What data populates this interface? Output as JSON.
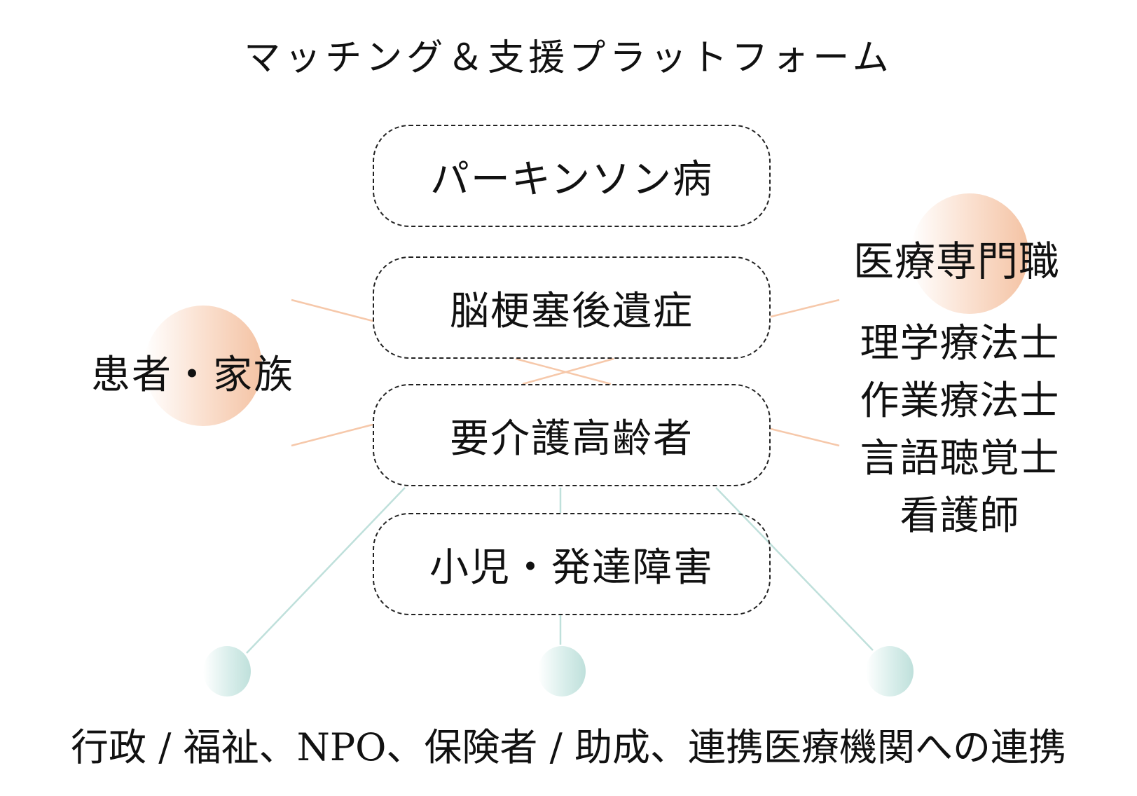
{
  "title": "マッチング＆支援プラットフォーム",
  "center_boxes": [
    {
      "label": "パーキンソン病"
    },
    {
      "label": "脳梗塞後遺症"
    },
    {
      "label": "要介護高齢者"
    },
    {
      "label": "小児・発達障害"
    }
  ],
  "left_node": {
    "label": "患者・家族"
  },
  "right_node": {
    "heading": "医療専門職",
    "professions": [
      "理学療法士",
      "作業療法士",
      "言語聴覚士",
      "看護師"
    ]
  },
  "bottom_nodes": [
    {
      "name": "left-partner-node"
    },
    {
      "name": "center-partner-node"
    },
    {
      "name": "right-partner-node"
    }
  ],
  "bottom_caption": "行政 / 福祉、NPO、保険者 / 助成、連携医療機関への連携",
  "colors": {
    "accent_peach": "#f4c3a4",
    "accent_teal": "#bfe0db",
    "box_border": "#222222"
  }
}
